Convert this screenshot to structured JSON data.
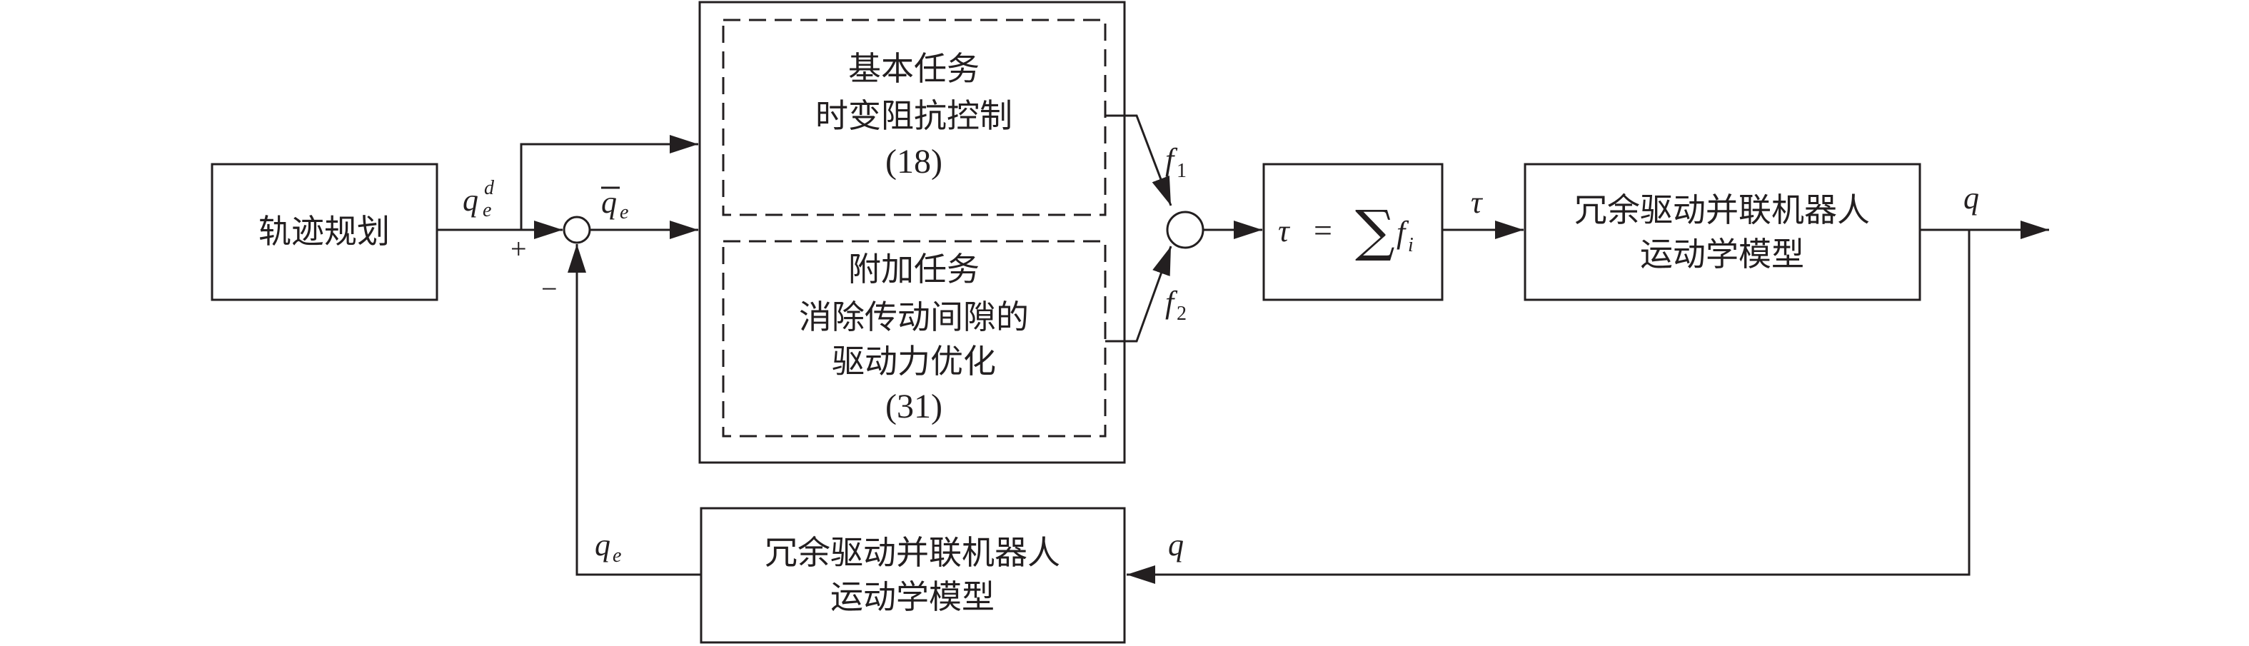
{
  "blocks": {
    "trajectory": {
      "label": "轨迹规划"
    },
    "basic_task": {
      "lines": [
        "基本任务",
        "时变阻抗控制"
      ],
      "ref": "(18)"
    },
    "additional_task": {
      "lines": [
        "附加任务",
        "消除传动间隙的",
        "驱动力优化"
      ],
      "ref": "(31)"
    },
    "torque_sum": {
      "lhs": "τ",
      "eq": "=",
      "sum": "∑",
      "f": "f",
      "sub": "i"
    },
    "forward_model": {
      "lines": [
        "冗余驱动并联机器人",
        "运动学模型"
      ]
    },
    "feedback_model": {
      "lines": [
        "冗余驱动并联机器人",
        "运动学模型"
      ]
    }
  },
  "signals": {
    "q_e_d": {
      "base": "q",
      "sub": "e",
      "sup": "d"
    },
    "q_bar_e": {
      "base": "q",
      "sub": "e"
    },
    "f1": {
      "base": "f",
      "sub": "1"
    },
    "f2": {
      "base": "f",
      "sub": "2"
    },
    "tau": "τ",
    "q_out": "q",
    "q_feedback": "q",
    "q_e": {
      "base": "q",
      "sub": "e"
    }
  },
  "summing_signs": {
    "plus": "+",
    "minus": "−"
  }
}
